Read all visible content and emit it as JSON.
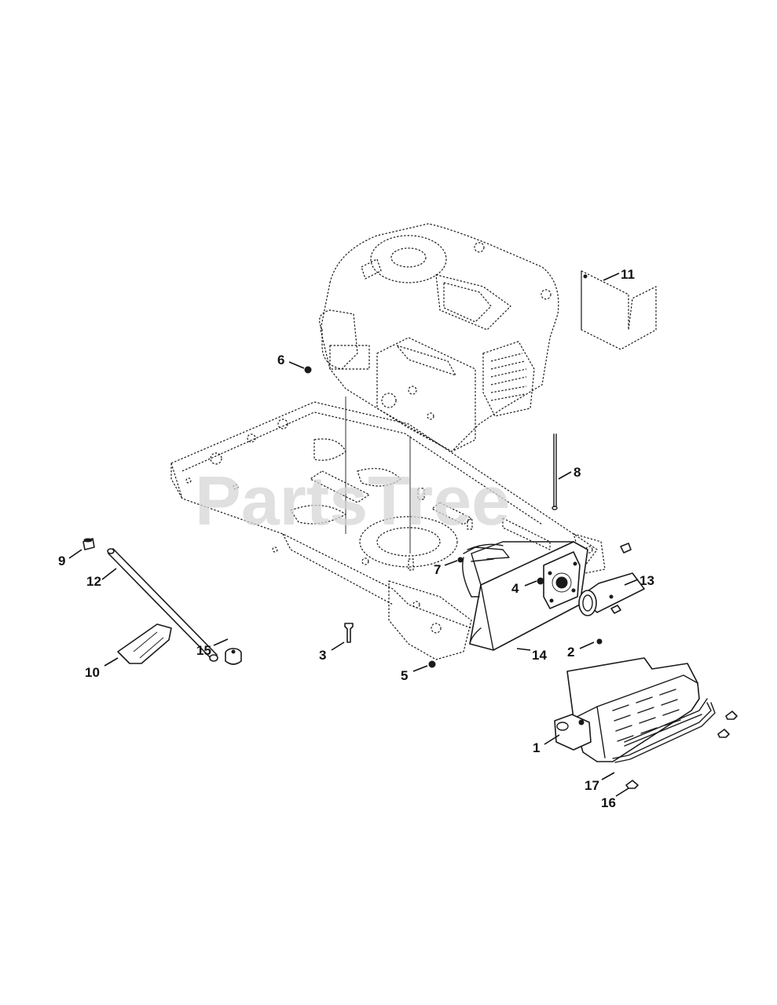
{
  "watermark": "PartsTree",
  "callouts": [
    {
      "id": "1",
      "label": "1"
    },
    {
      "id": "2",
      "label": "2"
    },
    {
      "id": "3",
      "label": "3"
    },
    {
      "id": "4",
      "label": "4"
    },
    {
      "id": "5",
      "label": "5"
    },
    {
      "id": "6",
      "label": "6"
    },
    {
      "id": "7",
      "label": "7"
    },
    {
      "id": "8",
      "label": "8"
    },
    {
      "id": "9",
      "label": "9"
    },
    {
      "id": "10",
      "label": "10"
    },
    {
      "id": "11",
      "label": "11"
    },
    {
      "id": "12",
      "label": "12"
    },
    {
      "id": "13",
      "label": "13"
    },
    {
      "id": "14",
      "label": "14"
    },
    {
      "id": "15",
      "label": "15"
    },
    {
      "id": "16",
      "label": "16"
    },
    {
      "id": "17",
      "label": "17"
    }
  ]
}
